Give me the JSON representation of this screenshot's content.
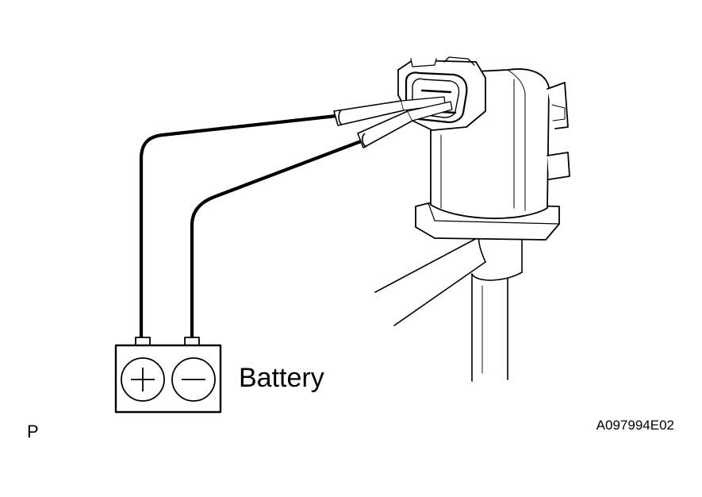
{
  "labels": {
    "battery": "Battery",
    "corner_mark": "P",
    "figure_id": "A097994E02"
  },
  "battery_terminals": {
    "positive_symbol": "+",
    "negative_symbol": "−"
  },
  "colors": {
    "line": "#000000",
    "background": "#ffffff"
  }
}
